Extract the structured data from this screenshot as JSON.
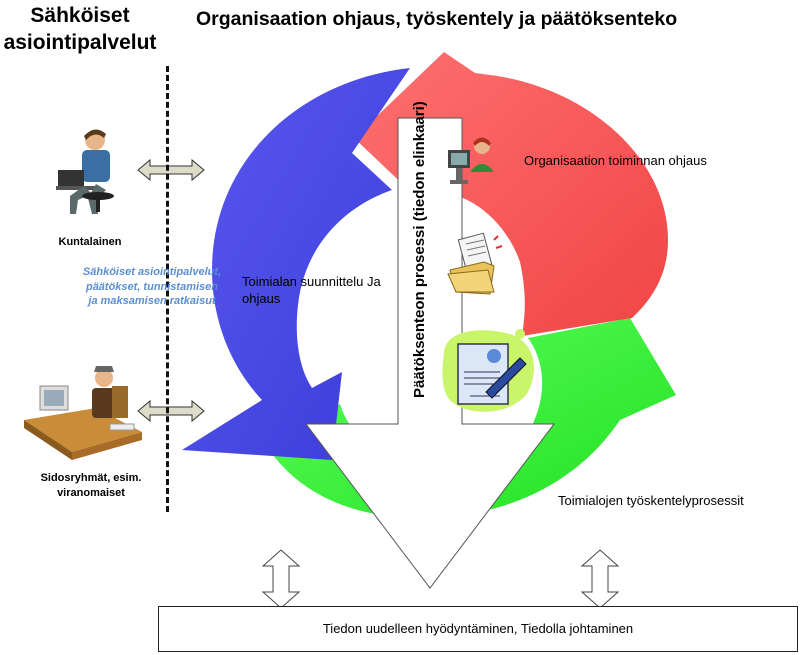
{
  "left_title": "Sähköiset asiointipalvelut",
  "main_title": "Organisaation ohjaus, työskentely ja päätöksenteko",
  "actors": {
    "citizen": "Kuntalainen",
    "stakeholders": "Sidosryhmät, esim. viranomaiset"
  },
  "services_note": "Sähköiset asiointipalvelut, päätökset, tunnistamisen ja maksamisen ratkaisut",
  "cycle": {
    "red_label": "Organisaation toiminnan ohjaus",
    "blue_label": "Toimialan suunnittelu Ja ohjaus",
    "green_label": "Toimialojen työskentelyprosessit"
  },
  "process_arrow": "Päätöksenteon prosessi (tiedon elinkaari)",
  "bottom_box": "Tiedon uudelleen hyödyntäminen, Tiedolla johtaminen",
  "colors": {
    "red": "#fd5a5a",
    "blue": "#4a4ae6",
    "green": "#3df33d",
    "note_blue": "#5b8fd0"
  }
}
